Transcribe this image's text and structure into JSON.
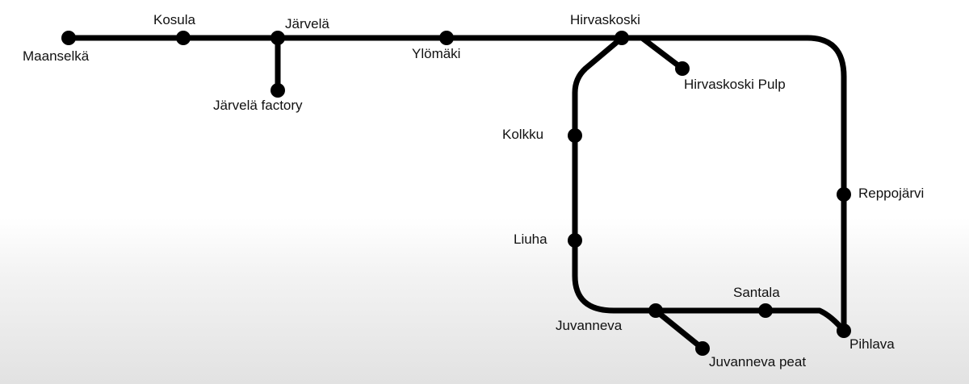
{
  "map": {
    "line_color": "#000000",
    "stations": {
      "maanselka": "Maanselkä",
      "kosula": "Kosula",
      "jarvela": "Järvelä",
      "jarvela_factory": "Järvelä factory",
      "ylomaki": "Ylömäki",
      "hirvaskoski": "Hirvaskoski",
      "hirvaskoski_pulp": "Hirvaskoski Pulp",
      "kolkku": "Kolkku",
      "liuha": "Liuha",
      "reppojarvi": "Reppojärvi",
      "juvanneva": "Juvanneva",
      "juvanneva_peat": "Juvanneva peat",
      "santala": "Santala",
      "pihlava": "Pihlava"
    }
  }
}
